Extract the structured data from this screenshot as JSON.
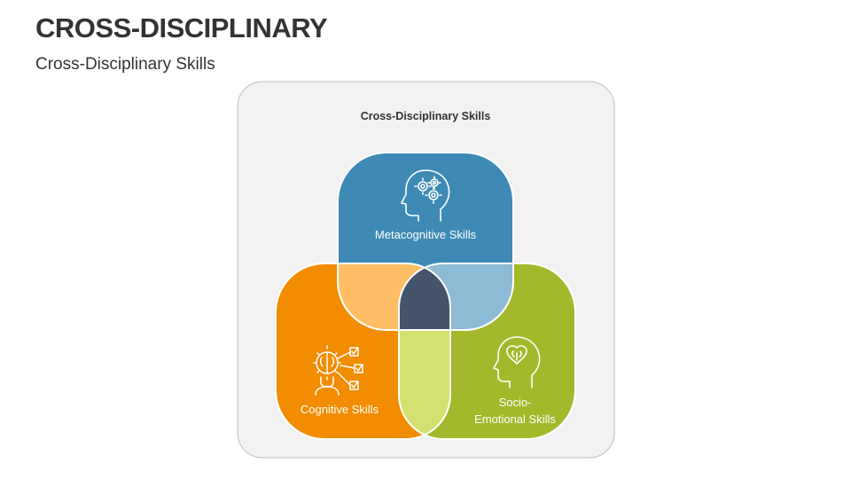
{
  "slide": {
    "title": "CROSS-DISCIPLINARY",
    "subtitle": "Cross-Disciplinary Skills"
  },
  "diagram": {
    "panel_title": "Cross-Disciplinary Skills",
    "sets": [
      {
        "label": "Metacognitive Skills",
        "icon": "head-gears-icon",
        "color": "#3E8AB5"
      },
      {
        "label": "Cognitive Skills",
        "icon": "person-brain-checklist-icon",
        "color": "#F28C00"
      },
      {
        "label_lines": [
          "Socio-",
          "Emotional Skills"
        ],
        "icon": "head-heart-brain-icon",
        "color": "#A3B82B"
      }
    ],
    "overlap_colors": {
      "metacognitive_cognitive": "#FFBE66",
      "metacognitive_socio_emotional": "#8DBAD4",
      "cognitive_socio_emotional": "#D4E170",
      "all_three": "#44546A"
    },
    "panel_background": "#F2F2F2"
  }
}
